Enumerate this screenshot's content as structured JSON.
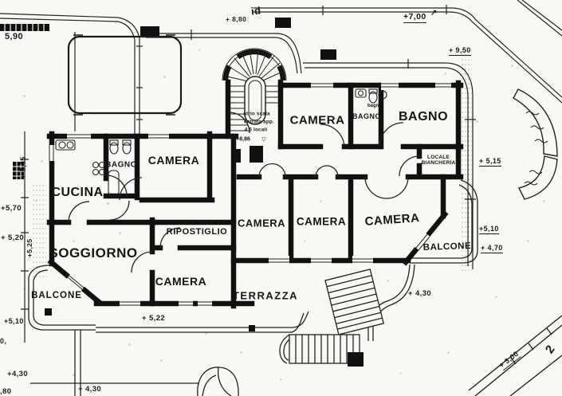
{
  "palette": {
    "paper": "#f8f8f5",
    "ink": "#151515"
  },
  "rooms": [
    {
      "id": "cucina",
      "label": "CUCINA"
    },
    {
      "id": "bagno-left",
      "label": "BAGNO"
    },
    {
      "id": "camera-left",
      "label": "CAMERA"
    },
    {
      "id": "soggiorno",
      "label": "SOGGIORNO"
    },
    {
      "id": "ripostiglio",
      "label": "RIPOSTIGLIO"
    },
    {
      "id": "camera-bottom",
      "label": "CAMERA"
    },
    {
      "id": "camera-top",
      "label": "CAMERA"
    },
    {
      "id": "bagno-top-small",
      "label": "BAGNO"
    },
    {
      "id": "bagno-right",
      "label": "BAGNO"
    },
    {
      "id": "locale-biancheria",
      "line1": "LOCALE",
      "line2": "BIANCHERIA"
    },
    {
      "id": "camera-mid-1",
      "label": "CAMERA"
    },
    {
      "id": "camera-mid-2",
      "label": "CAMERA"
    },
    {
      "id": "camera-mid-3",
      "label": "CAMERA"
    },
    {
      "id": "terrazza",
      "label": "TERRAZZA"
    },
    {
      "id": "balcone-left",
      "label": "BALCONE"
    },
    {
      "id": "balcone-right",
      "label": "BALCONE"
    }
  ],
  "stair_block": {
    "line1": "atrio scala",
    "line2": "entrata app.",
    "line3": "4,5 locali",
    "level": "+8,86",
    "triangle": "▽",
    "bagno_note": "bagno"
  },
  "elevations": {
    "top_left": "5,90",
    "e880": "+ 8,80",
    "id_mark": "id",
    "e700": "+7,00",
    "arrow": "↗",
    "e950": "+ 9,50",
    "e515": "+ 5,15",
    "e510_right": "+5,10",
    "e470": "+ 4,70",
    "e595": "+ 5,95",
    "e570": "+5,70",
    "e520": "+ 5,20",
    "e525": "+5,25",
    "e510_left": "+5,10",
    "e430_left": "+4,30",
    "frag_mid": "0,",
    "frag_bottom": ",80",
    "e522": "+ 5,22",
    "e430_bottom": "+ 4,30",
    "e430_right": "+ 4,30",
    "e300": "+ 3,00",
    "corner_num": "2"
  }
}
